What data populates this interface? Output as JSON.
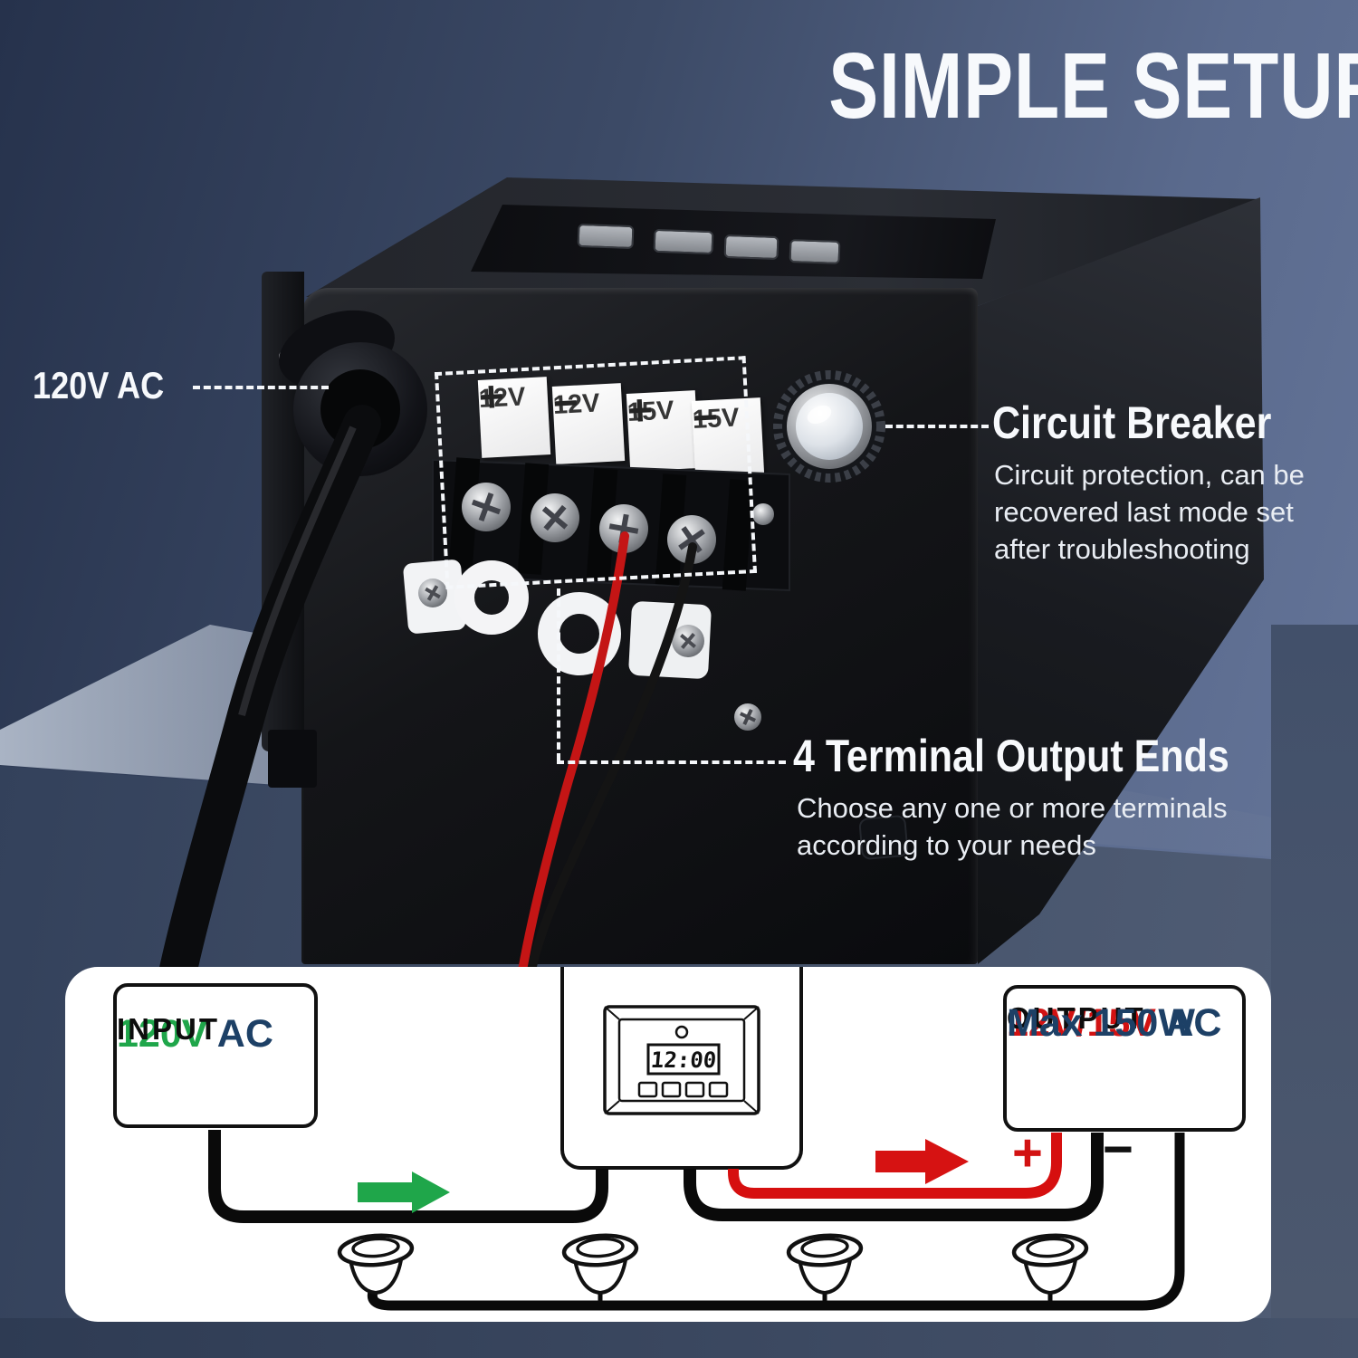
{
  "title": "SIMPLE SETUP & INSTALLATION",
  "callouts": {
    "input_label": "120V AC",
    "circuit_breaker": {
      "title": "Circuit Breaker",
      "desc_lines": [
        "Circuit protection, can be",
        "recovered last mode set",
        "after troubleshooting"
      ]
    },
    "terminal_output": {
      "title": "4 Terminal Output Ends",
      "desc_lines": [
        "Choose any one or more terminals",
        "according to your needs"
      ]
    }
  },
  "device": {
    "terminal_labels": [
      {
        "voltage": "12V",
        "polarity": "+"
      },
      {
        "voltage": "12V",
        "polarity": "−"
      },
      {
        "voltage": "15V",
        "polarity": "+"
      },
      {
        "voltage": "15V",
        "polarity": "−"
      }
    ]
  },
  "diagram": {
    "input_box": {
      "voltage": "120V",
      "current": "AC",
      "label": "INPUT"
    },
    "timer": {
      "display": "12:00"
    },
    "output_box": {
      "voltage": "12V/15V",
      "current": "AC",
      "label": "OUTPUT",
      "max_power": "Max 150W"
    },
    "polarity": {
      "plus": "+",
      "minus": "−"
    },
    "light_fixture_count": 4
  },
  "colors": {
    "accent_green": "#1fa64a",
    "accent_red": "#d21212",
    "navy_text": "#1d4066",
    "background_navy": "#2c3a55",
    "background_slate": "#5d6d90",
    "wire_black": "#0a0a0a",
    "wire_red": "#d60f0f",
    "title_text": "#f7f9fc"
  }
}
